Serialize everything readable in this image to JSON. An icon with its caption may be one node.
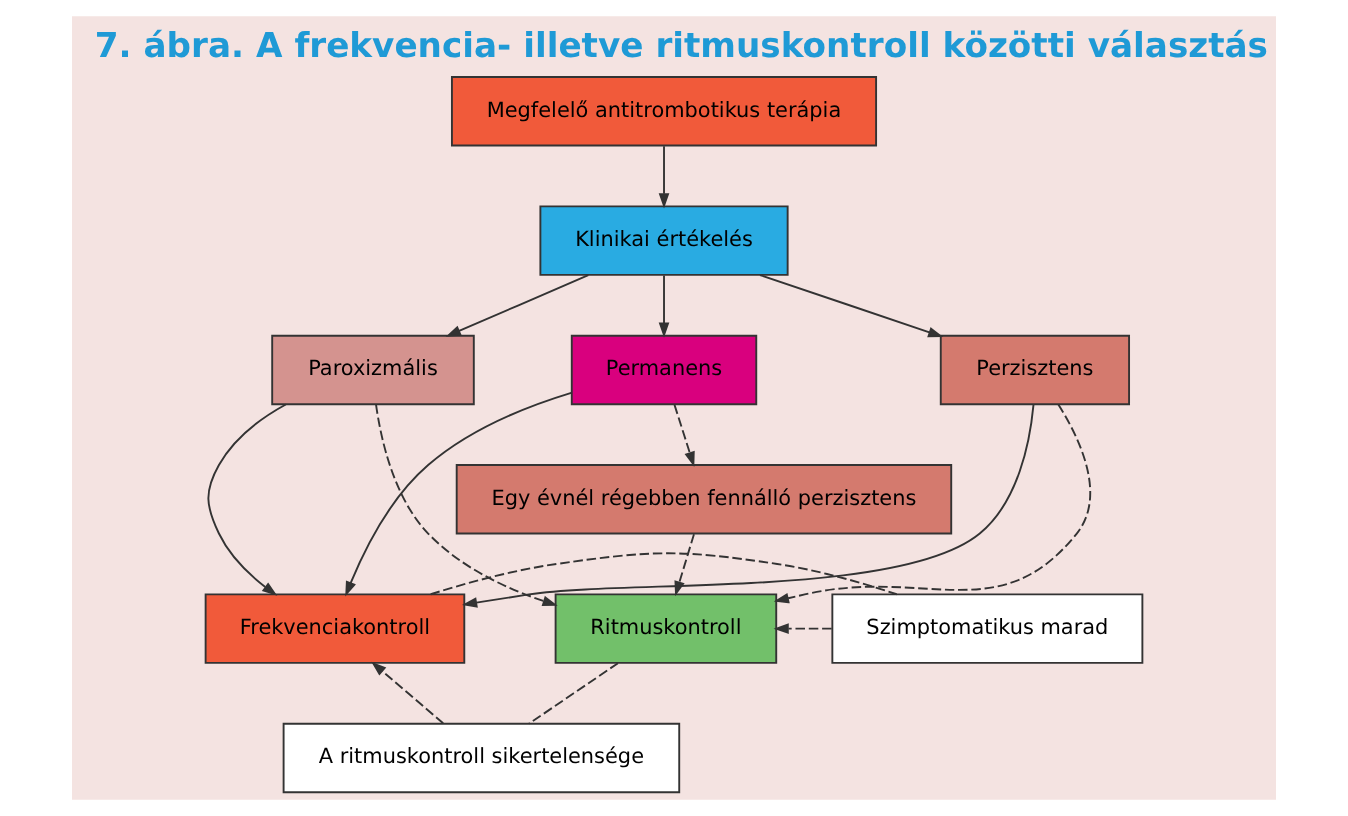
{
  "diagram": {
    "title": "7. ábra. A frekvencia- illetve ritmuskontroll közötti választás",
    "nodes": [
      {
        "text": [
          "Megfelelő antitrombotikus terápia"
        ]
      },
      {
        "text": [
          "Klinikai értékelés"
        ]
      },
      {
        "text": [
          "Paroxizmális"
        ]
      },
      {
        "text": [
          "Perzisztens"
        ]
      },
      {
        "text": [
          "Permanens"
        ]
      },
      {
        "text": [
          "Egy évnél régebben fennálló perzisztens"
        ]
      },
      {
        "text": [
          "Ritmuskontroll"
        ]
      },
      {
        "text": [
          "Szimptomatikus marad"
        ]
      },
      {
        "text": [
          "Frekvenciakontroll"
        ]
      },
      {
        "text": [
          "A ritmuskontroll sikertelensége"
        ]
      }
    ],
    "edges": [
      {
        "from": 0,
        "to": 1,
        "arrow": "to"
      },
      {
        "from": 1,
        "to": 2,
        "arrow": "to"
      },
      {
        "from": 1,
        "to": 3,
        "arrow": "to"
      },
      {
        "from": 1,
        "to": 4,
        "arrow": "to"
      },
      {
        "from": 2,
        "to": 6,
        "arrow": "to",
        "style": "dashed"
      },
      {
        "from": 2,
        "to": 8,
        "arrow": "to"
      },
      {
        "from": 3,
        "to": 6,
        "arrow": "to",
        "style": "dashed"
      },
      {
        "from": 3,
        "to": 8,
        "arrow": "to"
      },
      {
        "from": 4,
        "to": 5,
        "arrow": "to",
        "style": "dashed"
      },
      {
        "from": 4,
        "to": 8,
        "arrow": "to"
      },
      {
        "from": 5,
        "to": 6,
        "arrow": "to",
        "style": "dashed"
      },
      {
        "from": 8,
        "to": 7,
        "arrow": "none",
        "style": "dashed"
      },
      {
        "from": 7,
        "to": 6,
        "arrow": "to",
        "style": "dashed"
      },
      {
        "from": 6,
        "to": 9,
        "arrow": "none",
        "style": "dashed"
      },
      {
        "from": 9,
        "to": 8,
        "arrow": "to",
        "style": "dashed"
      }
    ]
  }
}
